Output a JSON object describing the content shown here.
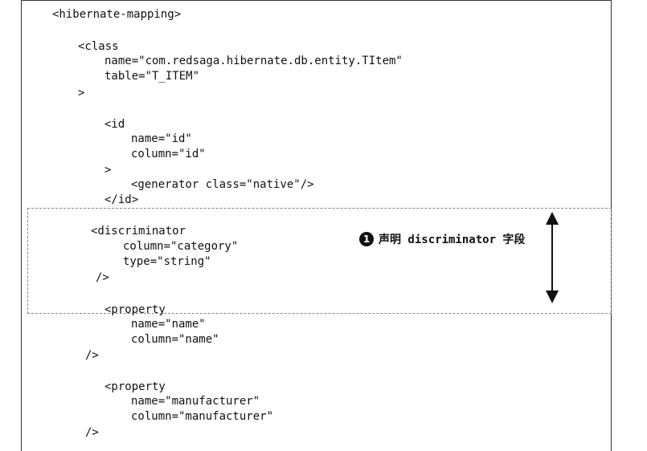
{
  "code_lines": [
    "<hibernate-mapping>",
    "<class",
    "name=\"com.redsaga.hibernate.db.entity.TItem\"",
    "table=\"T_ITEM\"",
    ">",
    "<id",
    "name=\"id\"",
    "column=\"id\"",
    ">",
    "<generator class=\"native\"/>",
    "</id>",
    "<discriminator",
    "column=\"category\"",
    "type=\"string\"",
    "/>",
    "<property",
    "name=\"name\"",
    "column=\"name\"",
    "/>",
    "<property",
    "name=\"manufacturer\"",
    "column=\"manufacturer\"",
    "/>"
  ],
  "annotation": {
    "badge": "1",
    "text": "声明 discriminator 字段"
  },
  "icons": {
    "arrow": "double-headed-vertical-arrow-icon"
  }
}
